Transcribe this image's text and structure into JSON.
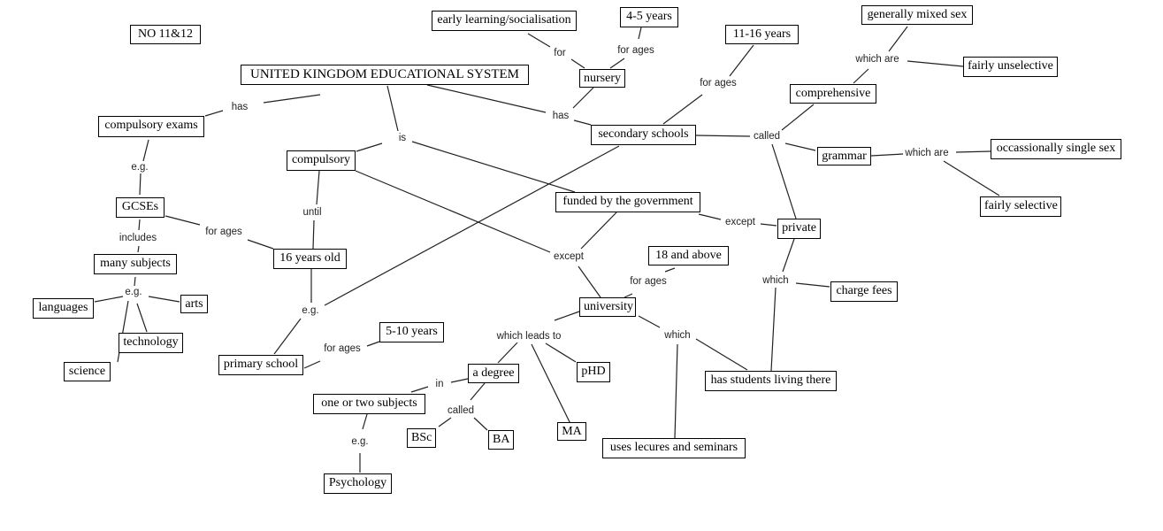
{
  "title": "UNITED KINGDOM EDUCATIONAL SYSTEM",
  "label_note": "NO 11&12",
  "concepts": {
    "note": "NO 11&12",
    "root": "UNITED KINGDOM EDUCATIONAL SYSTEM",
    "compulsory_exams": "compulsory exams",
    "gcses": "GCSEs",
    "many_subjects": "many subjects",
    "languages": "languages",
    "arts": "arts",
    "technology": "technology",
    "science": "science",
    "compulsory": "compulsory",
    "sixteen_years_old": "16 years old",
    "primary_school": "primary school",
    "five_ten_years": "5-10 years",
    "nursery": "nursery",
    "early_learning": "early learning/socialisation",
    "four_five_years": "4-5 years",
    "secondary_schools": "secondary schools",
    "eleven_sixteen_years": "11-16 years",
    "funded": "funded by the government",
    "comprehensive": "comprehensive",
    "generally_mixed_sex": "generally mixed sex",
    "fairly_unselective": "fairly unselective",
    "grammar": "grammar",
    "occasionally_single_sex": "occassionally single sex",
    "fairly_selective": "fairly selective",
    "private": "private",
    "charge_fees": "charge fees",
    "eighteen_above": "18 and above",
    "university": "university",
    "students_living": "has students living there",
    "a_degree": "a degree",
    "phd": "pHD",
    "one_two_subjects": "one or two subjects",
    "bsc": "BSc",
    "ba": "BA",
    "ma": "MA",
    "lectures_seminars": "uses lecures and seminars",
    "psychology": "Psychology"
  },
  "links": {
    "has_exams": "has",
    "eg_gcse": "e.g.",
    "includes": "includes",
    "for_ages_gcse": "for ages",
    "eg_subjects": "e.g.",
    "is": "is",
    "until": "until",
    "eg_primary": "e.g.",
    "for_ages_primary": "for ages",
    "has_schools": "has",
    "for_nursery": "for",
    "for_ages_nursery": "for ages",
    "for_ages_secondary": "for ages",
    "called_schools": "called",
    "which_are_comp": "which are",
    "which_are_grammar": "which are",
    "except_private": "except",
    "except_univ": "except",
    "which_private": "which",
    "for_ages_univ": "for ages",
    "which_leads_to": "which leads to",
    "which_univ": "which",
    "in": "in",
    "called_degree": "called",
    "eg_psych": "e.g."
  }
}
